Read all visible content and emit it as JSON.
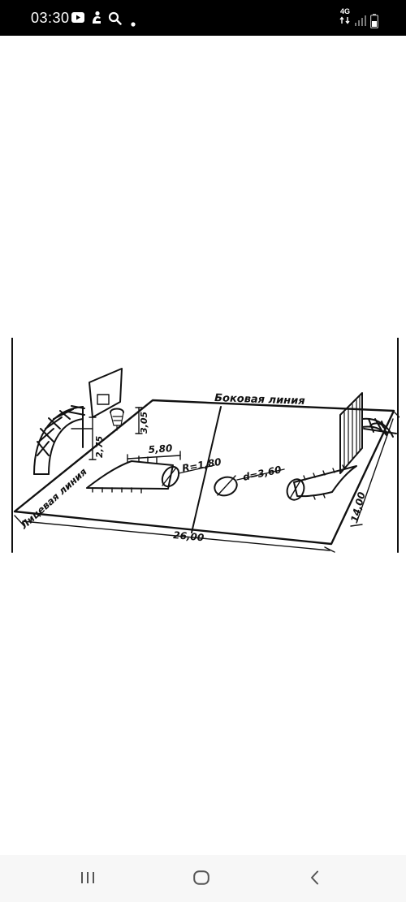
{
  "status_bar": {
    "time": "03:30",
    "network": "4G",
    "icons": [
      "youtube-icon",
      "notification-icon",
      "search-icon",
      "dot-icon",
      "network-4g-icon",
      "signal-icon",
      "battery-icon"
    ]
  },
  "figure": {
    "labels": {
      "side_line": "Боковая линия",
      "end_line": "Лицевая линия",
      "width_top": "5,80",
      "radius": "R=1,80",
      "diameter": "d=3,60",
      "backboard_height": "2,75",
      "rim_height": "3,05",
      "court_width": "14,00",
      "court_length": "26,00"
    }
  },
  "nav_bar": {
    "buttons": [
      "recent-apps-icon",
      "home-icon",
      "back-icon"
    ]
  },
  "colors": {
    "status_bg": "#000000",
    "status_fg": "#ffffff",
    "nav_bg": "#f7f7f7",
    "nav_icon": "#555555",
    "drawing": "#111111"
  }
}
